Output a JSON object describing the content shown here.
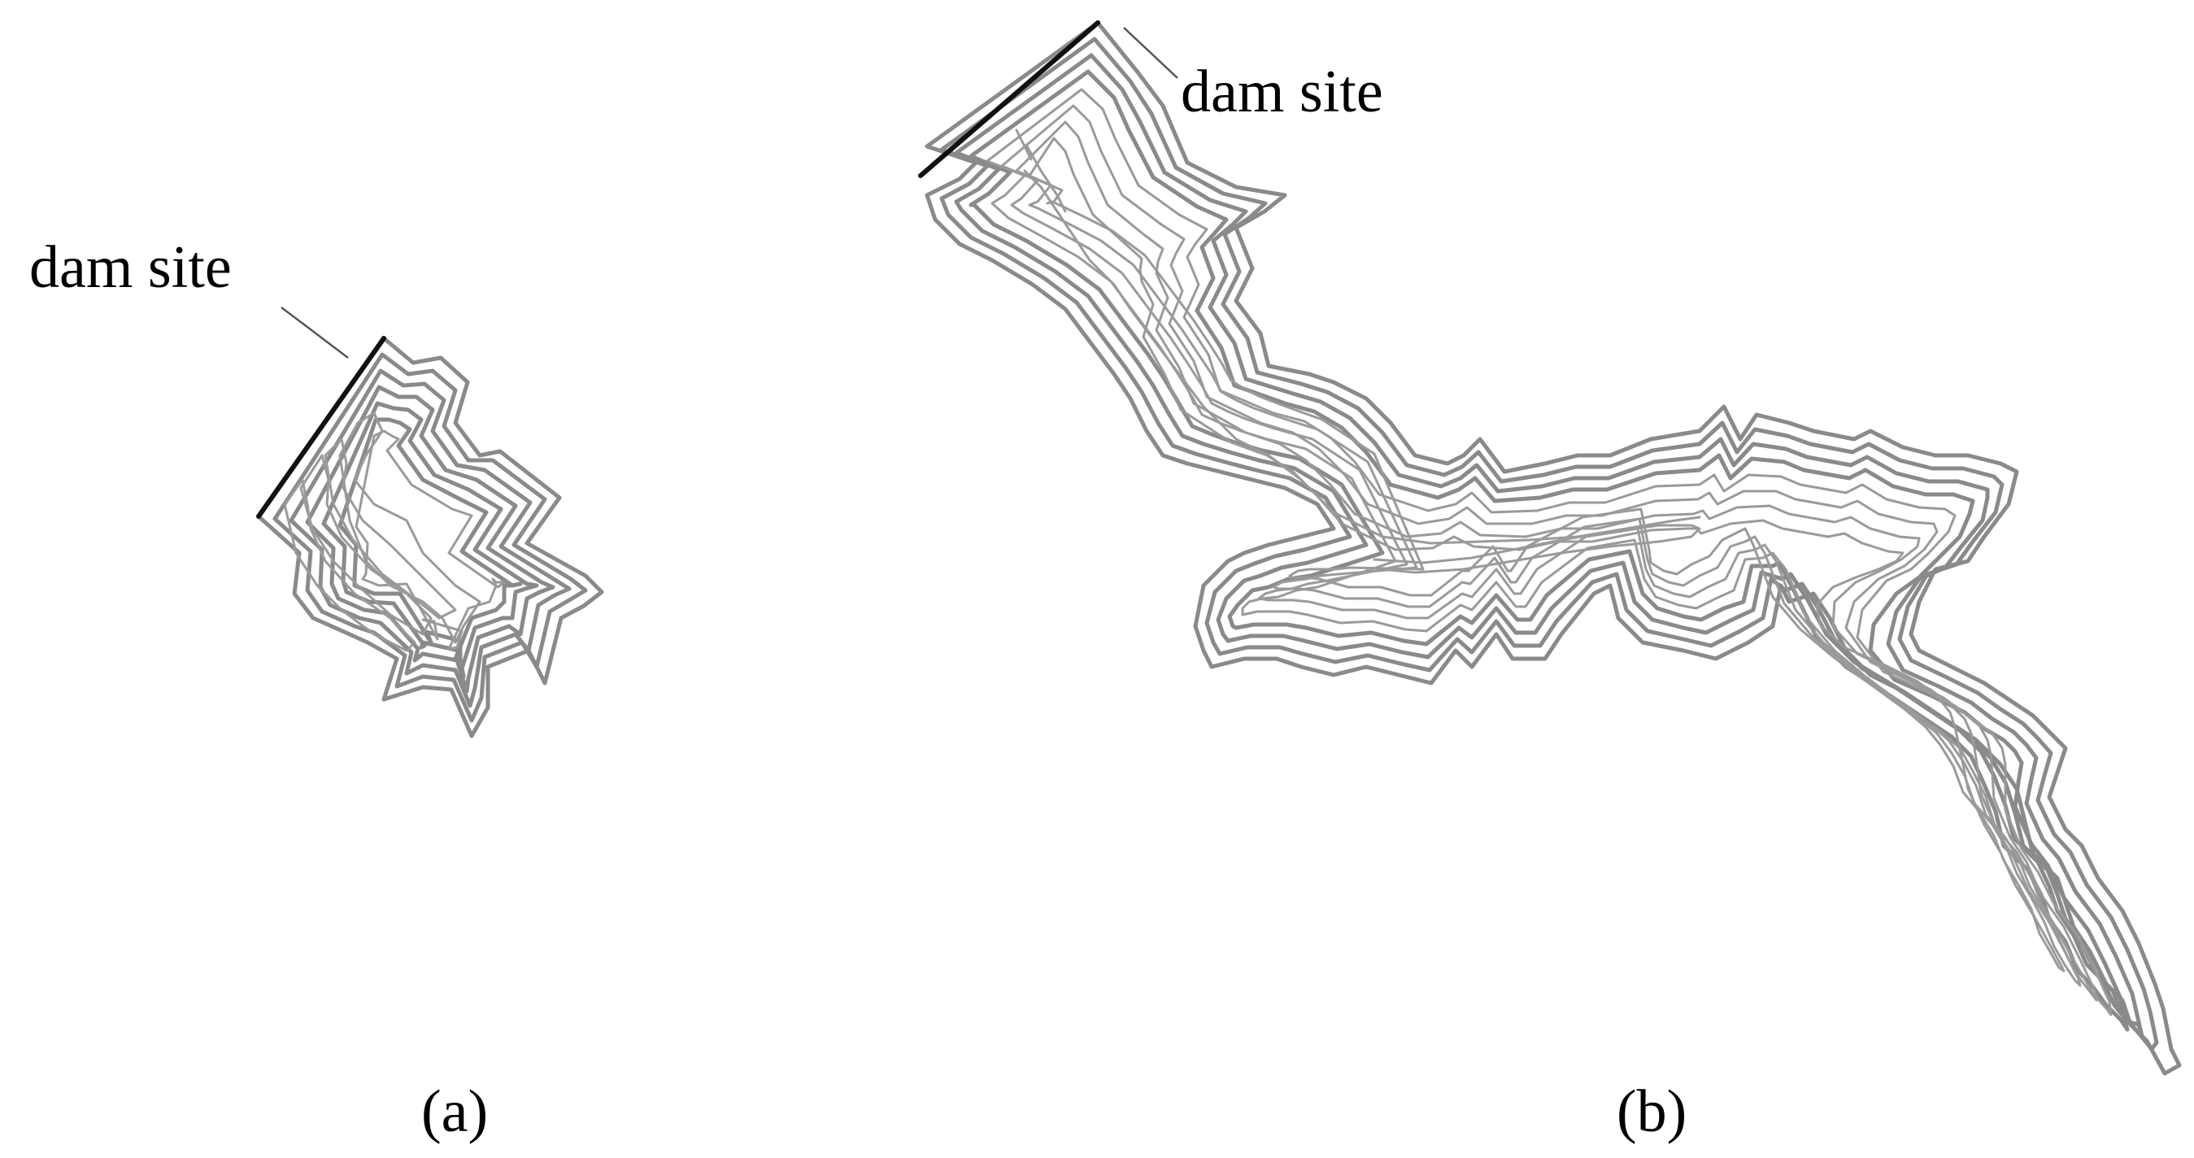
{
  "panels": [
    {
      "id": "a",
      "caption": "(a)",
      "annotation": "dam site"
    },
    {
      "id": "b",
      "caption": "(b)",
      "annotation": "dam site"
    }
  ],
  "colors": {
    "contour": "#8a8a8a",
    "dam_line": "#111111",
    "text": "#000000",
    "background": "#ffffff"
  }
}
